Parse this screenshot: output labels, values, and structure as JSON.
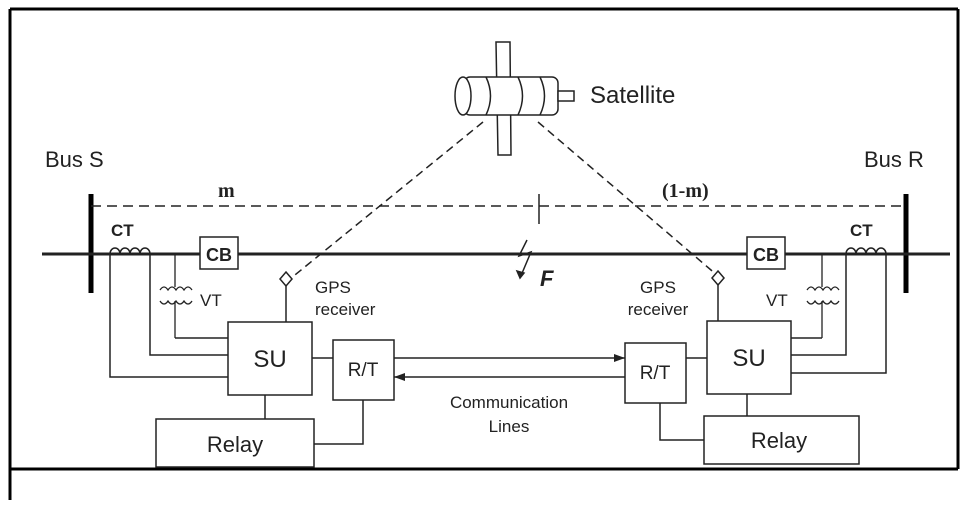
{
  "satellite": {
    "label": "Satellite"
  },
  "buses": {
    "left": "Bus S",
    "right": "Bus R"
  },
  "line_segments": {
    "left": "m",
    "right": "(1-m)"
  },
  "fault": {
    "label": "F"
  },
  "left_terminal": {
    "ct": "CT",
    "cb": "CB",
    "vt": "VT",
    "gps": [
      "GPS",
      "receiver"
    ],
    "su": "SU",
    "rt": "R/T",
    "relay": "Relay"
  },
  "right_terminal": {
    "ct": "CT",
    "cb": "CB",
    "vt": "VT",
    "gps": [
      "GPS",
      "receiver"
    ],
    "su": "SU",
    "rt": "R/T",
    "relay": "Relay"
  },
  "communication": {
    "label": [
      "Communication",
      "Lines"
    ]
  },
  "colors": {
    "ink": "#222222",
    "frame": "#000000",
    "background": "#ffffff"
  }
}
